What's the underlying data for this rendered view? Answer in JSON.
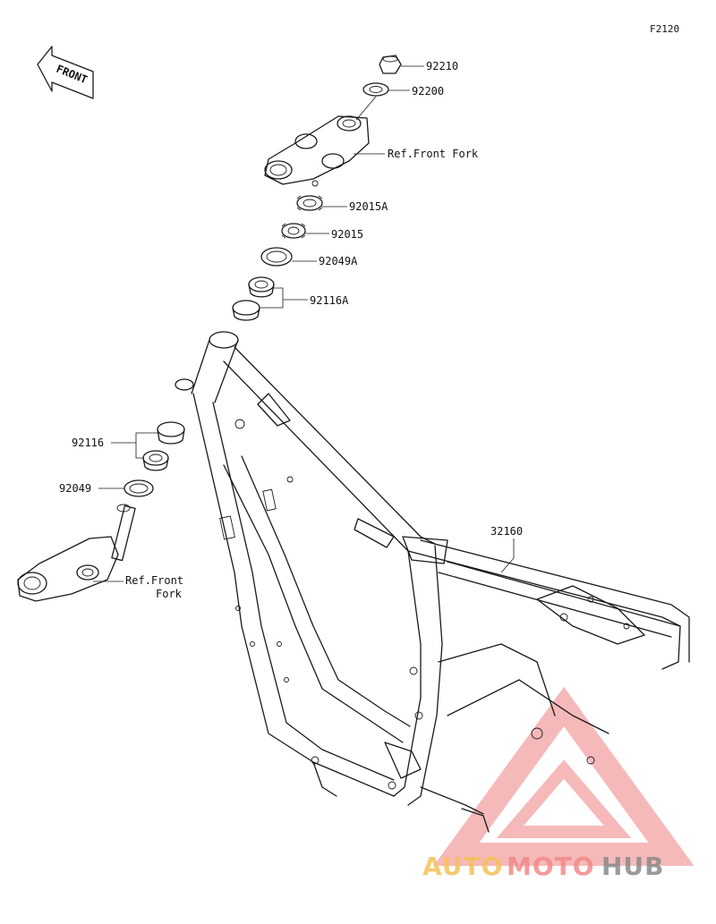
{
  "figure_code": "F2120",
  "front_arrow": {
    "text": "FRONT"
  },
  "callouts": {
    "p92210": "92210",
    "p92200": "92200",
    "ref_front_fork_upper": "Ref.Front Fork",
    "p92015A": "92015A",
    "p92015": "92015",
    "p92049A": "92049A",
    "p92116A": "92116A",
    "p92116": "92116",
    "p92049": "92049",
    "ref_front_fork_lower_1": "Ref.Front",
    "ref_front_fork_lower_2": "Fork",
    "p32160": "32160"
  },
  "watermark": {
    "part1": "AUTO",
    "part2": "MOTO",
    "part3": "HUB",
    "color_part1": "#f5c15a",
    "color_part2": "#f28a8a",
    "color_part3": "#8a8a8a",
    "logo_color": "#f08080"
  }
}
